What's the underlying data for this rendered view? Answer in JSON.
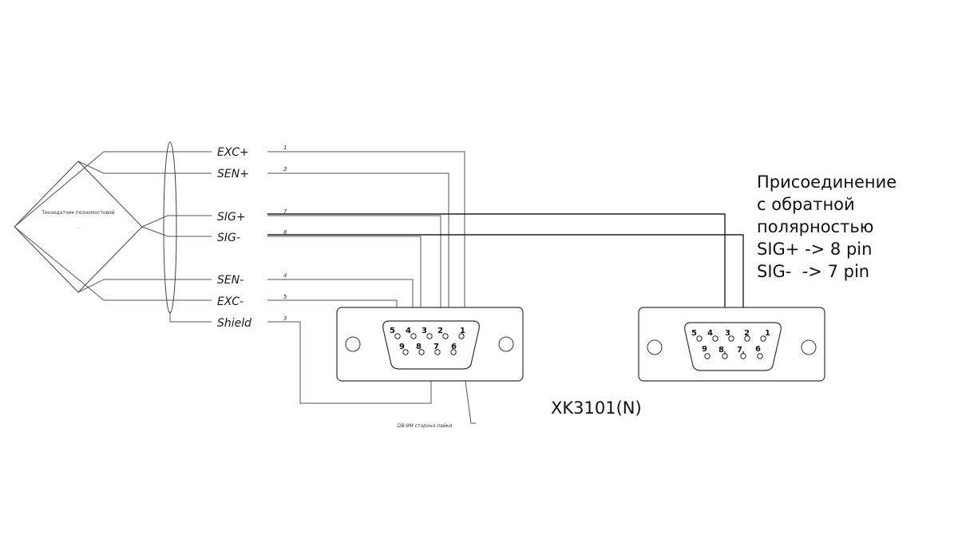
{
  "sensor": {
    "label": "Тензодатчик полномостовой",
    "dot": "."
  },
  "wires": [
    {
      "label": "EXC+",
      "number": "1"
    },
    {
      "label": "SEN+",
      "number": "2"
    },
    {
      "label": "SIG+",
      "number": "7"
    },
    {
      "label": "SIG-",
      "number": "8"
    },
    {
      "label": "SEN-",
      "number": "4"
    },
    {
      "label": "EXC-",
      "number": "5"
    },
    {
      "label": "Shield",
      "number": "3"
    }
  ],
  "connector_left": {
    "pins": [
      "5",
      "4",
      "3",
      "2",
      "1",
      "9",
      "8",
      "7",
      "6"
    ],
    "caption": "DB-9M сторона пайки"
  },
  "connector_right": {
    "pins": [
      "5",
      "4",
      "3",
      "2",
      "1",
      "9",
      "8",
      "7",
      "6"
    ]
  },
  "note": {
    "lines": [
      "Присоединение",
      "с обратной",
      "полярностью",
      "SIG+ -> 8 pin",
      "SIG-  -> 7 pin"
    ]
  },
  "model": "XK3101(N)"
}
